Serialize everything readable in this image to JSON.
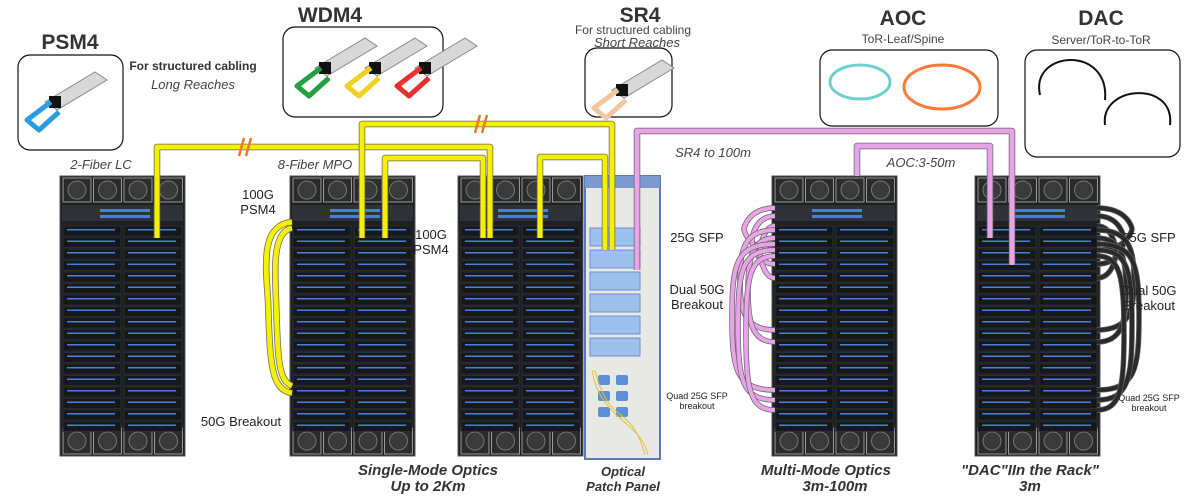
{
  "modules": {
    "psm4": {
      "title": "PSM4",
      "desc": "For structured cabling",
      "reach": "Long Reaches"
    },
    "wdm4": {
      "title": "WDM4"
    },
    "sr4": {
      "title": "SR4",
      "desc": "For structured cabling",
      "reach": "Short Reaches"
    },
    "aoc": {
      "title": "AOC",
      "desc": "ToR-Leaf/Spine"
    },
    "dac": {
      "title": "DAC",
      "desc": "Server/ToR-to-ToR"
    }
  },
  "connectors": {
    "lc": "2-Fiber LC",
    "mpo": "8-Fiber MPO"
  },
  "link_labels": {
    "psm4_a": [
      "100G",
      "PSM4"
    ],
    "psm4_b": [
      "100G",
      "PSM4"
    ],
    "breakout_50g": "50G Breakout",
    "sr4_reach": "SR4 to 100m",
    "aoc_reach": "AOC:3-50m"
  },
  "breakouts_mm": {
    "sfp25": "25G SFP",
    "dual50": [
      "Dual 50G",
      "Breakout"
    ],
    "quad25": [
      "Quad 25G SFP",
      "breakout"
    ]
  },
  "breakouts_dac": {
    "sfp25": "25G SFP",
    "dual50": [
      "Dual 50G",
      "Breakout"
    ],
    "quad25": [
      "Quad 25G SFP",
      "breakout"
    ]
  },
  "captions": {
    "single_mode": [
      "Single-Mode Optics",
      "Up to 2Km"
    ],
    "patch_panel": [
      "Optical",
      "Patch Panel"
    ],
    "multi_mode": [
      "Multi-Mode Optics",
      "3m-100m"
    ],
    "dac_rack": [
      "\"DAC\"IIn the Rack\"",
      "3m"
    ]
  },
  "colors": {
    "single_mode_cable": "#f5f000",
    "multi_mode_cable": "#e9a3e8",
    "dac_cable": "#2a2a2a",
    "break_mark": "#ee7722",
    "port_accent": "#4a7de0"
  }
}
